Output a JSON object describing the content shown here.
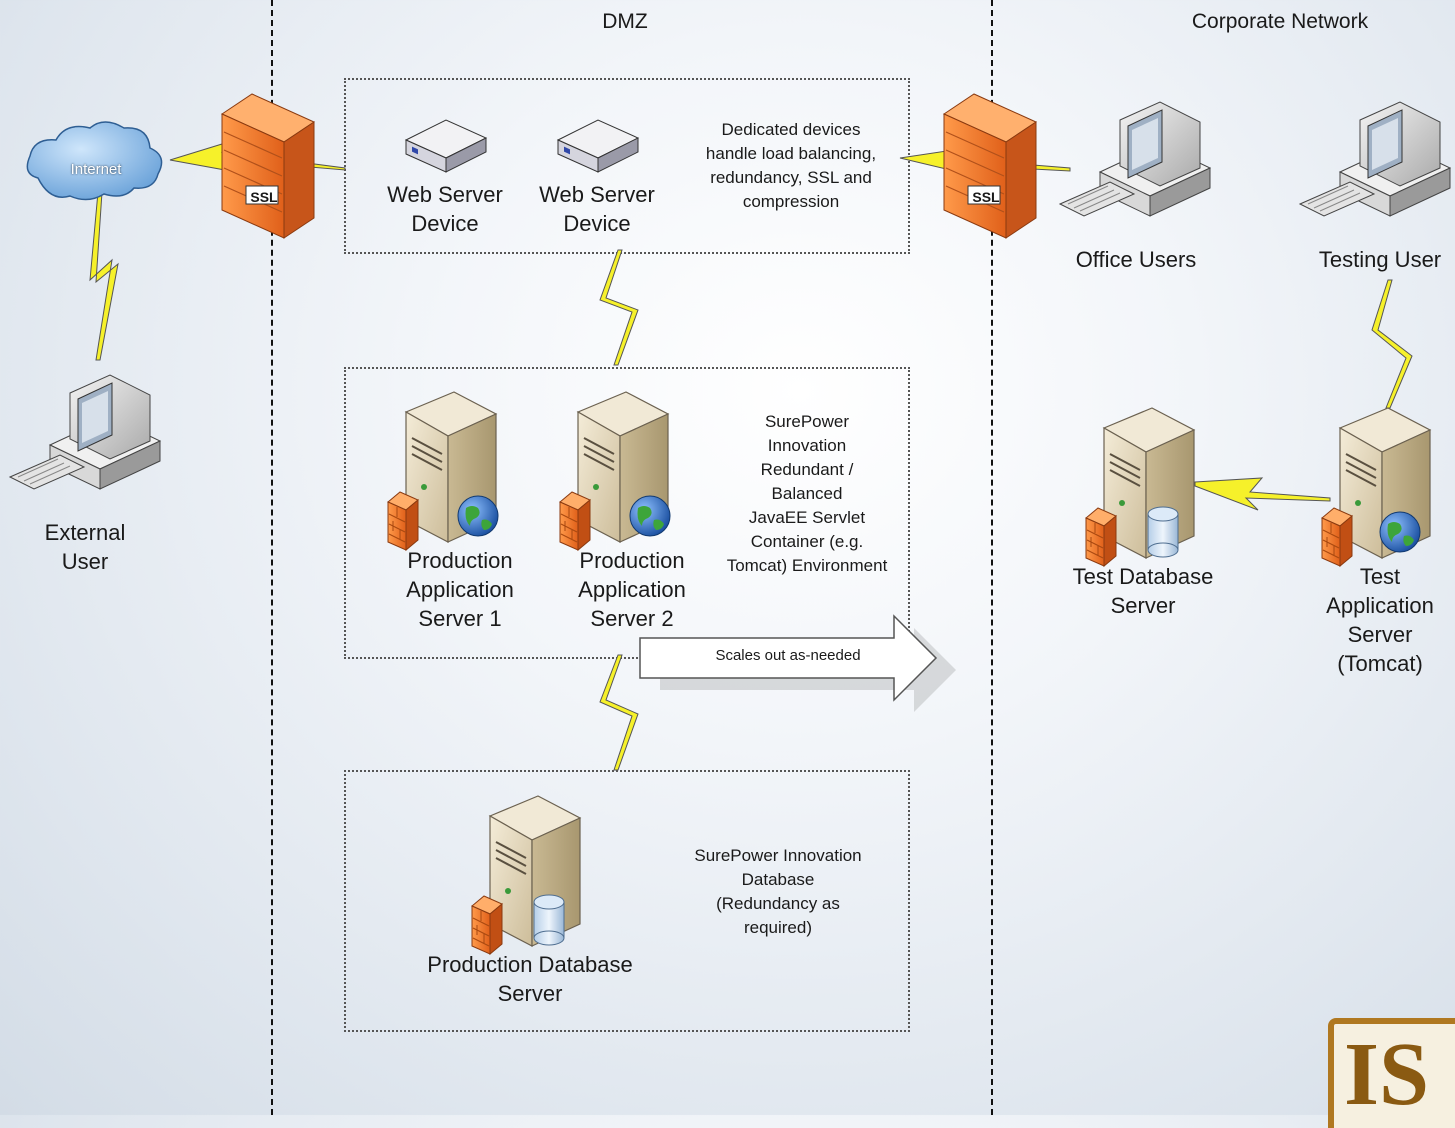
{
  "zones": {
    "dmz": "DMZ",
    "corporate": "Corporate Network"
  },
  "internet": {
    "label": "Internet"
  },
  "firewall_dmz": {
    "label": "SSL"
  },
  "firewall_corp": {
    "label": "SSL"
  },
  "external_user": {
    "label": "External\nUser"
  },
  "web_devices": [
    {
      "label": "Web Server\nDevice"
    },
    {
      "label": "Web Server\nDevice"
    }
  ],
  "web_note": "Dedicated devices\nhandle load balancing,\nredundancy, SSL and\ncompression",
  "app_servers": [
    {
      "label": "Production\nApplication\nServer 1"
    },
    {
      "label": "Production\nApplication\nServer 2"
    }
  ],
  "app_note": "SurePower\nInnovation\nRedundant /\nBalanced\nJavaEE Servlet\nContainer (e.g.\nTomcat) Environment",
  "scale_arrow": {
    "label": "Scales out as-needed"
  },
  "db_server": {
    "label": "Production Database\nServer"
  },
  "db_note": "SurePower Innovation\nDatabase\n(Redundancy as\nrequired)",
  "office_users": {
    "label": "Office Users"
  },
  "testing_user": {
    "label": "Testing User"
  },
  "test_db": {
    "label": "Test Database\nServer"
  },
  "test_app": {
    "label": "Test\nApplication\nServer\n(Tomcat)"
  },
  "logo": {
    "text": "IS"
  },
  "colors": {
    "firewall": "#f07a2a",
    "lightning": "#f6f12a",
    "server_body": "#e8dcc0",
    "globe": "#2a6fc8"
  }
}
